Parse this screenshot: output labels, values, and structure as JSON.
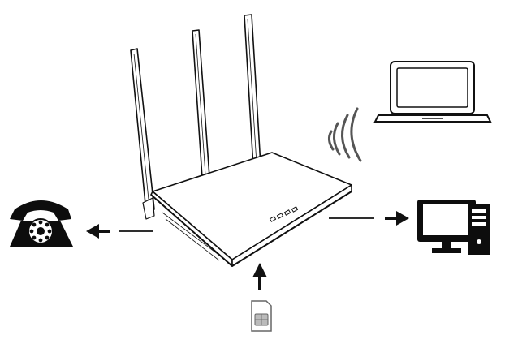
{
  "diagram": {
    "nodes": [
      {
        "id": "router",
        "icon": "router-icon"
      },
      {
        "id": "laptop",
        "icon": "laptop-icon"
      },
      {
        "id": "phone",
        "icon": "telephone-icon"
      },
      {
        "id": "desktop",
        "icon": "desktop-computer-icon"
      },
      {
        "id": "sim",
        "icon": "sim-card-icon"
      }
    ],
    "connections": [
      {
        "from": "router",
        "to": "laptop",
        "kind": "wireless"
      },
      {
        "from": "router",
        "to": "phone",
        "kind": "arrow"
      },
      {
        "from": "router",
        "to": "desktop",
        "kind": "arrow"
      },
      {
        "from": "sim",
        "to": "router",
        "kind": "arrow"
      }
    ],
    "colors": {
      "stroke": "#111111",
      "fill": "#ffffff",
      "icon_fill": "#0d0d0d"
    }
  }
}
